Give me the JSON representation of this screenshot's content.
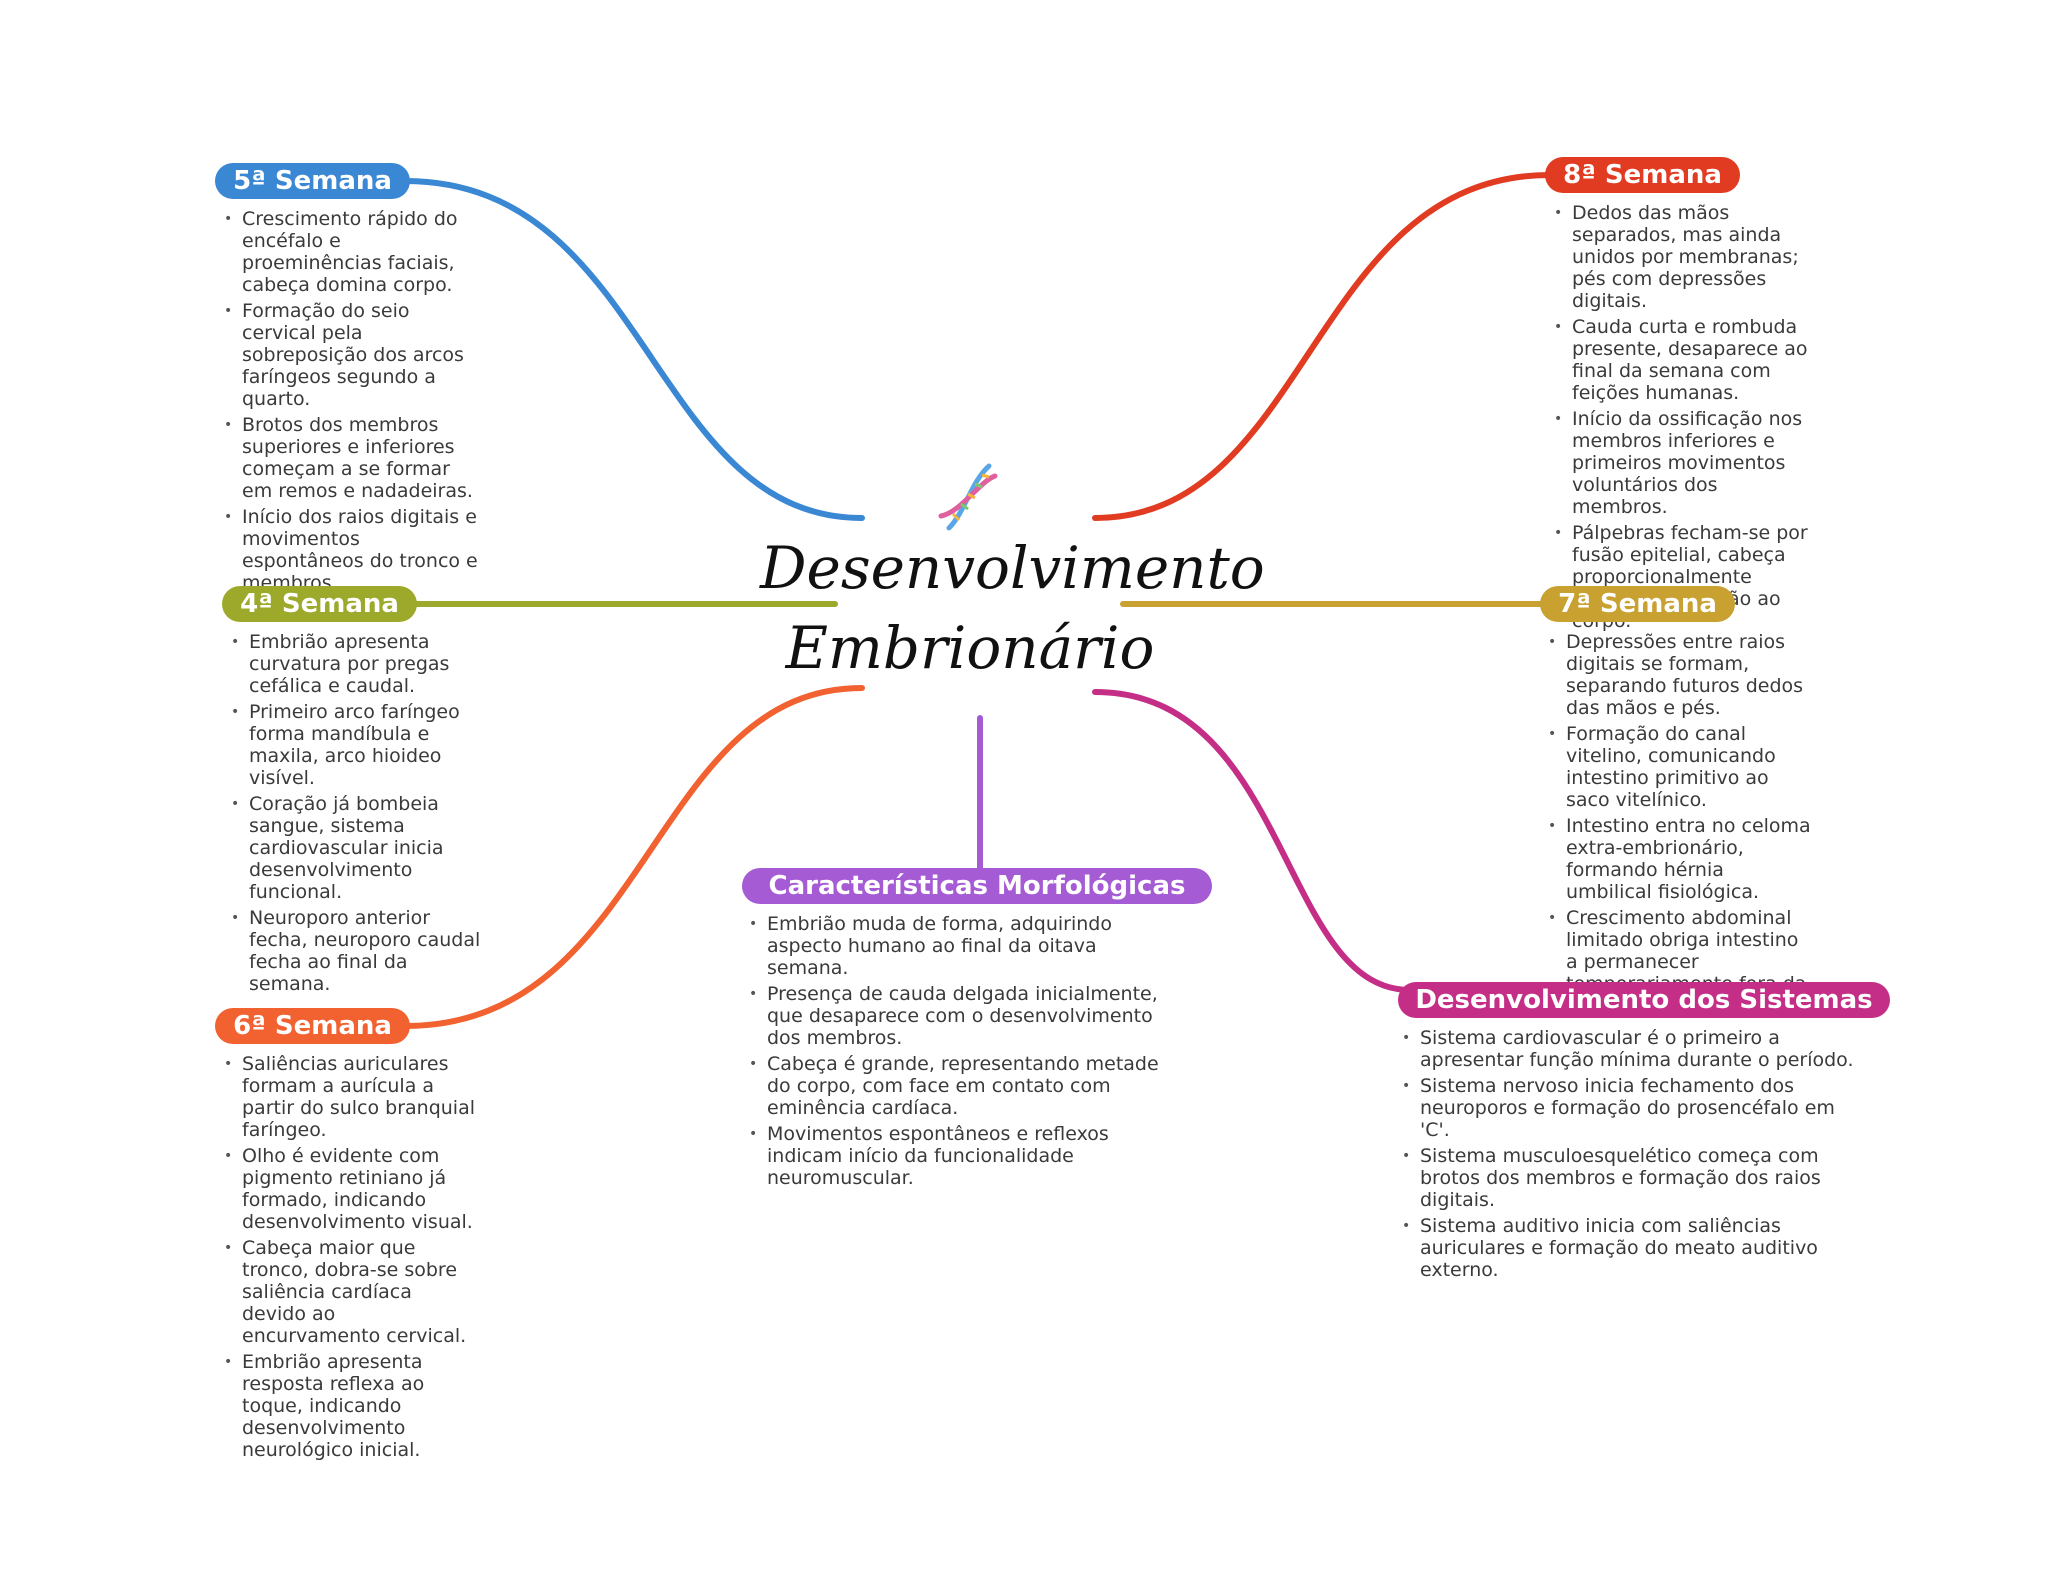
{
  "title": {
    "line1": "Desenvolvimento",
    "line2": "Embrionário"
  },
  "icon": "dna-icon",
  "colors": {
    "week5": "#3a87d4",
    "week6": "#f26130",
    "week7": "#c9a130",
    "week8": "#e13b22",
    "week4": "#9ca92a",
    "morfologicas": "#a55bd4",
    "sistemas": "#c42e86"
  },
  "nodes": {
    "week5": {
      "label": "5ª Semana",
      "bullets": [
        "Crescimento rápido do encéfalo e proeminências faciais, cabeça domina corpo.",
        "Formação do seio cervical pela sobreposição dos arcos faríngeos segundo a quarto.",
        "Brotos dos membros superiores e inferiores começam a se formar em remos e nadadeiras.",
        "Início dos raios digitais e movimentos espontâneos do tronco e membros."
      ]
    },
    "week4": {
      "label": "4ª Semana",
      "bullets": [
        "Embrião apresenta curvatura por pregas cefálica e caudal.",
        "Primeiro arco faríngeo forma mandíbula e maxila, arco hioideo visível.",
        "Coração já bombeia sangue, sistema cardiovascular inicia desenvolvimento funcional.",
        "Neuroporo anterior fecha, neuroporo caudal fecha ao final da semana."
      ]
    },
    "week6": {
      "label": "6ª Semana",
      "bullets": [
        "Saliências auriculares formam a aurícula a partir do sulco branquial faríngeo.",
        "Olho é evidente com pigmento retiniano já formado, indicando desenvolvimento visual.",
        "Cabeça maior que tronco, dobra-se sobre saliência cardíaca devido ao encurvamento cervical.",
        "Embrião apresenta resposta reflexa ao toque, indicando desenvolvimento neurológico inicial."
      ]
    },
    "week8": {
      "label": "8ª Semana",
      "bullets": [
        "Dedos das mãos separados, mas ainda unidos por membranas; pés com depressões digitais.",
        "Cauda curta e rombuda presente, desaparece ao final da semana com feições humanas.",
        "Início da ossificação nos membros inferiores e primeiros movimentos voluntários dos membros.",
        "Pálpebras fecham-se por fusão epitelial, cabeça proporcionalmente grande em relação ao corpo."
      ]
    },
    "week7": {
      "label": "7ª Semana",
      "bullets": [
        "Depressões entre raios digitais se formam, separando futuros dedos das mãos e pés.",
        "Formação do canal vitelino, comunicando intestino primitivo ao saco vitelínico.",
        "Intestino entra no celoma extra-embrionário, formando hérnia umbilical fisiológica.",
        "Crescimento abdominal limitado obriga intestino a permanecer temporariamente fora da cavidade."
      ]
    },
    "morfologicas": {
      "label": "Características Morfológicas",
      "bullets": [
        "Embrião muda de forma, adquirindo aspecto humano ao final da oitava semana.",
        "Presença de cauda delgada inicialmente, que desaparece com o desenvolvimento dos membros.",
        "Cabeça é grande, representando metade do corpo, com face em contato com eminência cardíaca.",
        "Movimentos espontâneos e reflexos indicam início da funcionalidade neuromuscular."
      ]
    },
    "sistemas": {
      "label": "Desenvolvimento dos Sistemas",
      "bullets": [
        "Sistema cardiovascular é o primeiro a apresentar função mínima durante o período.",
        "Sistema nervoso inicia fechamento dos neuroporos e formação do prosencéfalo em 'C'.",
        "Sistema musculoesquelético começa com brotos dos membros e formação dos raios digitais.",
        "Sistema auditivo inicia com saliências auriculares e formação do meato auditivo externo."
      ]
    }
  }
}
